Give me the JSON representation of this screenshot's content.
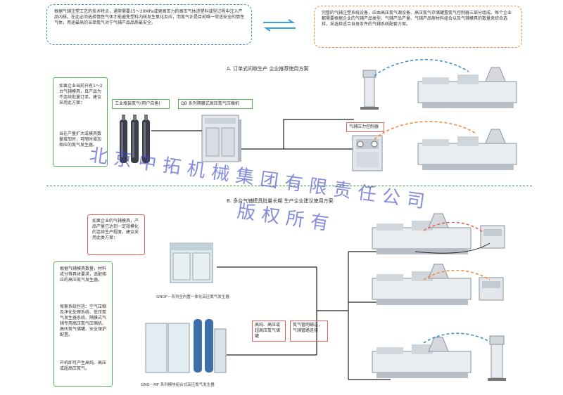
{
  "top_left_note": "根据气辅注塑工艺的技术特点，通常需要15～30MPa或更高压力的高压气体进塑料或型过程中注入产品内核。在此必须选择惰性气体才能避免塑料内核发生氧化反应，而氮气正是目前唯一常适安全的惰性气体，用途最高的当单氮气对于气辅产品品质最安全。",
  "top_right_note": "完整的气辅注塑系统设备，应由高压氮气源设备、高压氮气存储罐置氮气控制器三部分组成。每个企业都需要根据企业的气辅产品类型、气辅产品产量、气辅产品原材料组合以及气辅模具的数量来综合选择，采选择适合自身条件的气辅系统配套方案。",
  "section_a_title": "A. 订单式间歇生产    企业推荐使用方案",
  "section_b_title": "B. 多台气辅模具批量长期    生产企业建议使用方案",
  "left_a_note": "如果企业当前只有1～2台气辅模具，且产品为不连续批量订单。建议采用此方案：",
  "left_a_note2": "当在产量扩大或模具数量增加时，可随时增加相应的氮气发生器。",
  "label_cylinders": "工业瓶装氮气(用户自备)",
  "label_booster": "QB 系列隔膜式高压氮气压缩机",
  "label_controller": "气辅压力控制器",
  "left_b_note_red": "如果企业的气辅模具，产品产量已达到一定规模化的连续生产程度，建议采用此类方案：",
  "left_b_note_green": "根据气辅模具数量，材料成分等具体要求，选配相应的高压氮气发生器。",
  "left_b_note_green2": "每套系统包括：空气压缩及净化处理系统、低压氮气发生器系统、隔膜式气辅专用高压氮气压缩机、高压氮气储罐、安全保护配置。",
  "left_b_note_green3": "开机即可产生高纯、高压或超高压氮气。",
  "caption_gnof": "GNOF－系列全内置一体化高压氮气发生器",
  "caption_gng": "GNG－MF 系列模块组合式高压氮气发生器",
  "label_storage": "高纯、高压或超高压氮气储罐",
  "label_pipe": "氮气管网输送，气辅管路连接",
  "watermark_line1": "北京中拓机械集团有限责任公司",
  "watermark_line2": "版权所有",
  "colors": {
    "blue": "#3a8fd0",
    "orange": "#f08a3c",
    "green": "#2e9a3a",
    "red": "#e0605a",
    "pipe": "#222222"
  }
}
